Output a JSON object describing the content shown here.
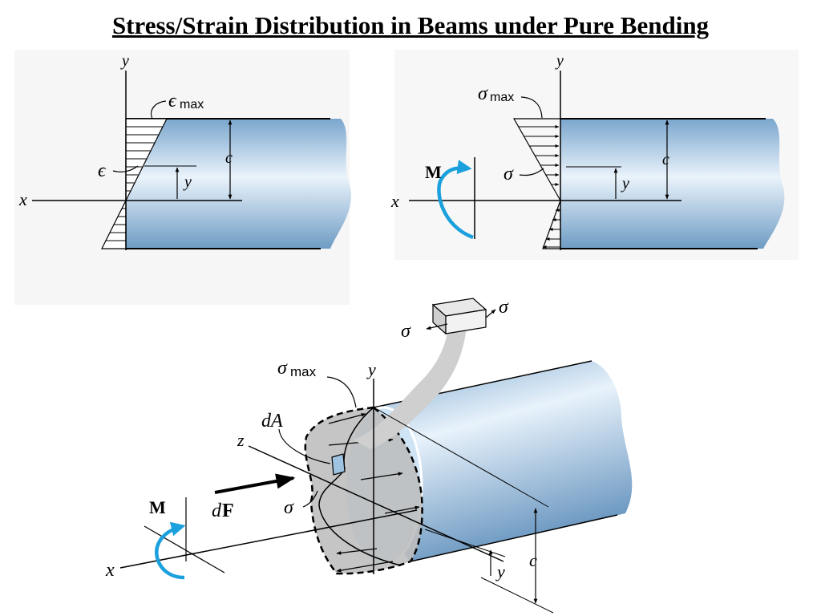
{
  "title": "Stress/Strain Distribution in Beams under Pure Bending",
  "strain_panel": {
    "axis_y": "y",
    "axis_x": "x",
    "eps_max_symbol": "ϵ",
    "eps_max_sub": "max",
    "eps_symbol": "ϵ",
    "height_label": "c",
    "dist_label": "y"
  },
  "stress_panel": {
    "axis_y": "y",
    "axis_x": "x",
    "sigma_max_symbol": "σ",
    "sigma_max_sub": "max",
    "sigma_symbol": "σ",
    "moment_label": "M",
    "height_label": "c",
    "dist_label": "y"
  },
  "cylinder_panel": {
    "element_sigma_right": "σ",
    "element_sigma_left": "σ",
    "sigma_max_symbol": "σ",
    "sigma_max_sub": "max",
    "axis_y": "y",
    "area_label": "dA",
    "axis_z": "z",
    "moment_label": "M",
    "force_d": "d",
    "force_F": "F",
    "sigma_symbol": "σ",
    "axis_x": "x",
    "dist_label": "y",
    "height_label": "c"
  },
  "colors": {
    "beam_light": "#e6f1fb",
    "beam_dark": "#6e9cc4",
    "moment_arrow": "#1aa0dc",
    "section_gray": "#bdbdbd"
  }
}
